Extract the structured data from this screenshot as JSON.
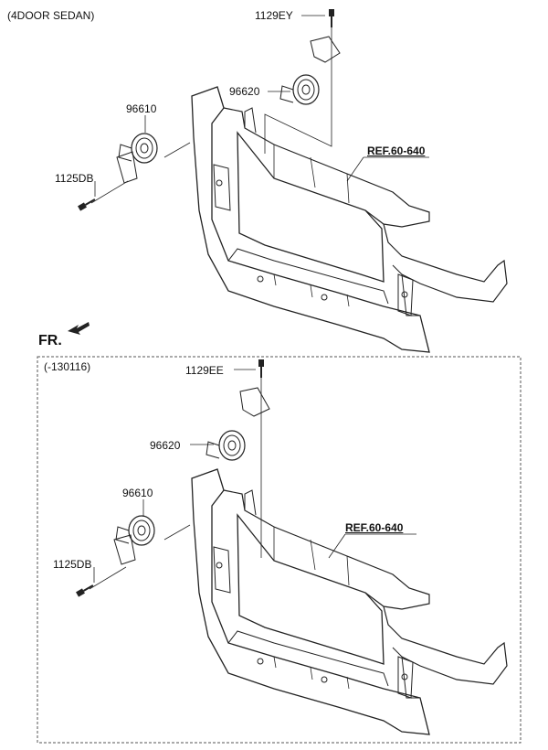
{
  "top": {
    "variant": "(4DOOR SEDAN)",
    "parts": {
      "bolt_top": "1129EY",
      "horn_high": "96620",
      "horn_low": "96610",
      "bolt_side": "1125DB"
    },
    "ref": "REF.60-640"
  },
  "direction": "FR.",
  "bottom": {
    "variant": "(-130116)",
    "parts": {
      "bolt_top": "1129EE",
      "horn_high": "96620",
      "horn_low": "96610",
      "bolt_side": "1125DB"
    },
    "ref": "REF.60-640"
  }
}
